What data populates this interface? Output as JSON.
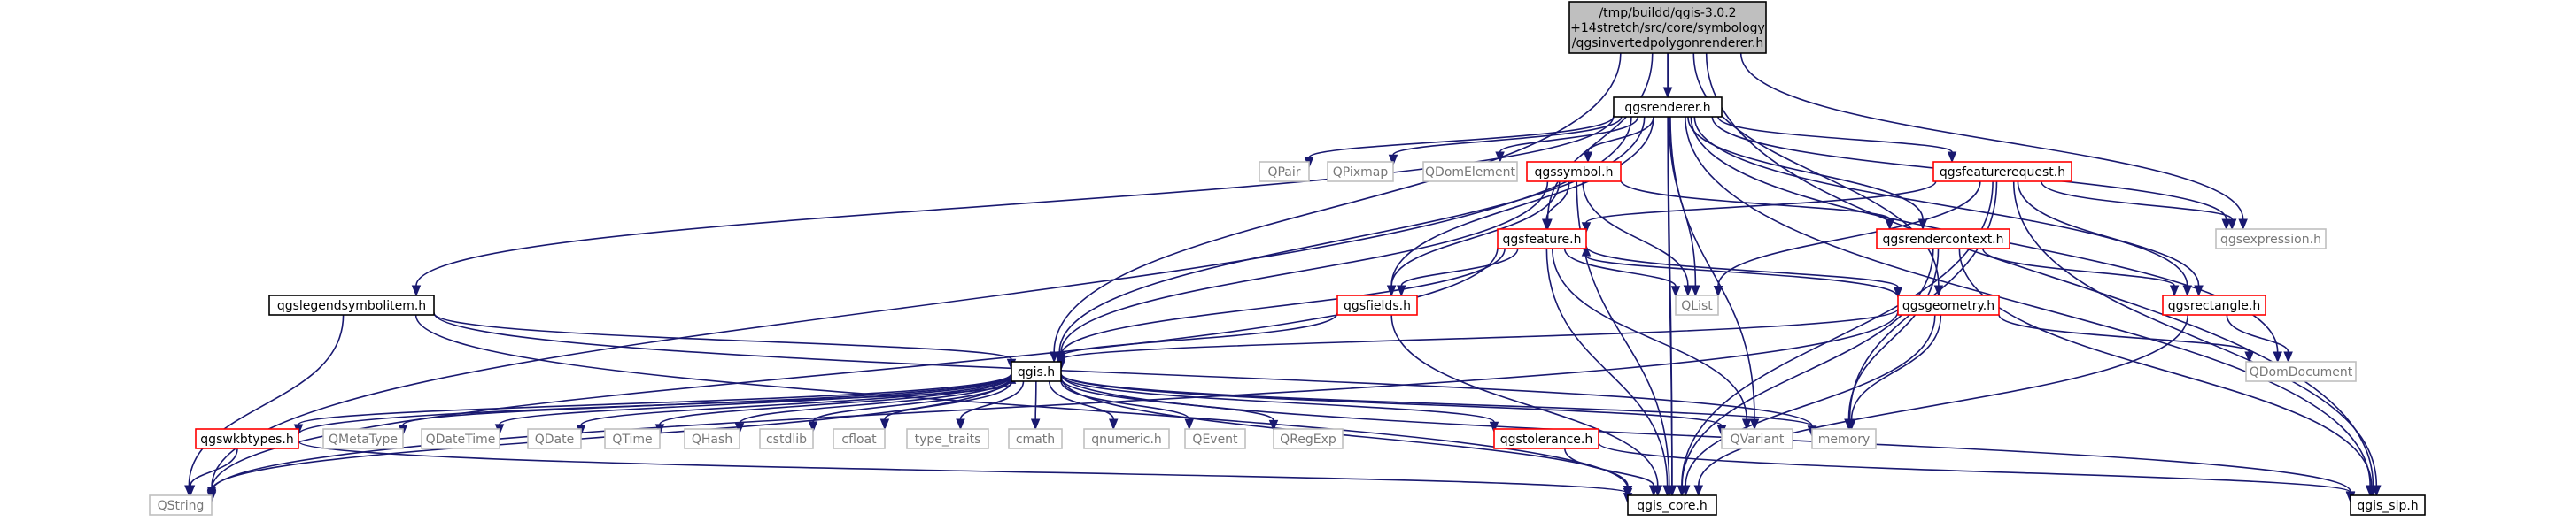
{
  "colors": {
    "edge": "#191970",
    "root_fill": "#bfbfbf",
    "border_black": "#000000",
    "border_red": "#ff0000",
    "border_gray": "#bfbfbf",
    "text_black": "#000000",
    "text_gray": "#777777"
  },
  "nodes": [
    {
      "id": "root",
      "lines": [
        "/tmp/buildd/qgis-3.0.2",
        "+14stretch/src/core/symbology",
        "/qgsinvertedpolygonrenderer.h"
      ],
      "style": "root"
    },
    {
      "id": "qgsrenderer",
      "lines": [
        "qgsrenderer.h"
      ],
      "style": "black"
    },
    {
      "id": "QPair",
      "lines": [
        "QPair"
      ],
      "style": "gray"
    },
    {
      "id": "QPixmap",
      "lines": [
        "QPixmap"
      ],
      "style": "gray"
    },
    {
      "id": "QDomElement",
      "lines": [
        "QDomElement"
      ],
      "style": "gray"
    },
    {
      "id": "qgssymbol",
      "lines": [
        "qgssymbol.h"
      ],
      "style": "red"
    },
    {
      "id": "qgsfeaturerequest",
      "lines": [
        "qgsfeaturerequest.h"
      ],
      "style": "red"
    },
    {
      "id": "qgsexpression",
      "lines": [
        "qgsexpression.h"
      ],
      "style": "gray"
    },
    {
      "id": "qgsfeature",
      "lines": [
        "qgsfeature.h"
      ],
      "style": "red"
    },
    {
      "id": "qgsrendercontext",
      "lines": [
        "qgsrendercontext.h"
      ],
      "style": "red"
    },
    {
      "id": "qgslegendsymbolitem",
      "lines": [
        "qgslegendsymbolitem.h"
      ],
      "style": "black"
    },
    {
      "id": "qgsfields",
      "lines": [
        "qgsfields.h"
      ],
      "style": "red"
    },
    {
      "id": "QList",
      "lines": [
        "QList"
      ],
      "style": "gray"
    },
    {
      "id": "qgsgeometry",
      "lines": [
        "qgsgeometry.h"
      ],
      "style": "red"
    },
    {
      "id": "qgsrectangle",
      "lines": [
        "qgsrectangle.h"
      ],
      "style": "red"
    },
    {
      "id": "QDomDocument",
      "lines": [
        "QDomDocument"
      ],
      "style": "gray"
    },
    {
      "id": "qgis",
      "lines": [
        "qgis.h"
      ],
      "style": "black"
    },
    {
      "id": "qgswkbtypes",
      "lines": [
        "qgswkbtypes.h"
      ],
      "style": "red"
    },
    {
      "id": "QMetaType",
      "lines": [
        "QMetaType"
      ],
      "style": "gray"
    },
    {
      "id": "QDateTime",
      "lines": [
        "QDateTime"
      ],
      "style": "gray"
    },
    {
      "id": "QDate",
      "lines": [
        "QDate"
      ],
      "style": "gray"
    },
    {
      "id": "QTime",
      "lines": [
        "QTime"
      ],
      "style": "gray"
    },
    {
      "id": "QHash",
      "lines": [
        "QHash"
      ],
      "style": "gray"
    },
    {
      "id": "cstdlib",
      "lines": [
        "cstdlib"
      ],
      "style": "gray"
    },
    {
      "id": "cfloat",
      "lines": [
        "cfloat"
      ],
      "style": "gray"
    },
    {
      "id": "type_traits",
      "lines": [
        "type_traits"
      ],
      "style": "gray"
    },
    {
      "id": "cmath",
      "lines": [
        "cmath"
      ],
      "style": "gray"
    },
    {
      "id": "qnumeric",
      "lines": [
        "qnumeric.h"
      ],
      "style": "gray"
    },
    {
      "id": "QEvent",
      "lines": [
        "QEvent"
      ],
      "style": "gray"
    },
    {
      "id": "QRegExp",
      "lines": [
        "QRegExp"
      ],
      "style": "gray"
    },
    {
      "id": "qgstolerance",
      "lines": [
        "qgstolerance.h"
      ],
      "style": "red"
    },
    {
      "id": "QVariant",
      "lines": [
        "QVariant"
      ],
      "style": "gray"
    },
    {
      "id": "memory",
      "lines": [
        "memory"
      ],
      "style": "gray"
    },
    {
      "id": "QString",
      "lines": [
        "QString"
      ],
      "style": "gray"
    },
    {
      "id": "qgis_core",
      "lines": [
        "qgis_core.h"
      ],
      "style": "black"
    },
    {
      "id": "qgis_sip",
      "lines": [
        "qgis_sip.h"
      ],
      "style": "black"
    }
  ],
  "edges": [
    [
      "root",
      "qgsrenderer"
    ],
    [
      "root",
      "qgsfeature"
    ],
    [
      "root",
      "qgis"
    ],
    [
      "root",
      "qgis_core"
    ],
    [
      "root",
      "qgis_sip"
    ],
    [
      "root",
      "qgsgeometry"
    ],
    [
      "root",
      "qgsexpression"
    ],
    [
      "qgsrenderer",
      "QPair"
    ],
    [
      "qgsrenderer",
      "QPixmap"
    ],
    [
      "qgsrenderer",
      "QDomElement"
    ],
    [
      "qgsrenderer",
      "qgssymbol"
    ],
    [
      "qgsrenderer",
      "qgsfeaturerequest"
    ],
    [
      "qgsrenderer",
      "qgslegendsymbolitem"
    ],
    [
      "qgsrenderer",
      "qgsrendercontext"
    ],
    [
      "qgsrenderer",
      "qgsfields"
    ],
    [
      "qgsrenderer",
      "QList"
    ],
    [
      "qgsrenderer",
      "QVariant"
    ],
    [
      "qgsrenderer",
      "QString"
    ],
    [
      "qgsrenderer",
      "qgis"
    ],
    [
      "qgsrenderer",
      "qgsexpression"
    ],
    [
      "qgsrenderer",
      "qgsrectangle"
    ],
    [
      "qgsrenderer",
      "QDomDocument"
    ],
    [
      "qgsrenderer",
      "qgis_core"
    ],
    [
      "qgsrenderer",
      "qgis_sip"
    ],
    [
      "qgssymbol",
      "qgsfeature"
    ],
    [
      "qgssymbol",
      "qgsfields"
    ],
    [
      "qgssymbol",
      "qgsrendercontext"
    ],
    [
      "qgssymbol",
      "QList"
    ],
    [
      "qgssymbol",
      "qgis"
    ],
    [
      "qgssymbol",
      "qgis_core"
    ],
    [
      "qgsfeaturerequest",
      "qgsfeature"
    ],
    [
      "qgsfeaturerequest",
      "qgsexpression"
    ],
    [
      "qgsfeaturerequest",
      "qgsrectangle"
    ],
    [
      "qgsfeaturerequest",
      "QList"
    ],
    [
      "qgsfeaturerequest",
      "memory"
    ],
    [
      "qgsfeaturerequest",
      "qgis_core"
    ],
    [
      "qgsfeaturerequest",
      "qgis_sip"
    ],
    [
      "qgsfeature",
      "qgsfields"
    ],
    [
      "qgsfeature",
      "qgsgeometry"
    ],
    [
      "qgsfeature",
      "QList"
    ],
    [
      "qgsfeature",
      "qgis"
    ],
    [
      "qgsfeature",
      "QVariant"
    ],
    [
      "qgsfeature",
      "QString"
    ],
    [
      "qgsfeature",
      "qgis_core"
    ],
    [
      "qgsrendercontext",
      "qgsrectangle"
    ],
    [
      "qgsrendercontext",
      "memory"
    ],
    [
      "qgsrendercontext",
      "qgis_core"
    ],
    [
      "qgsrendercontext",
      "qgis_sip"
    ],
    [
      "qgsgeometry",
      "qgsfeature"
    ],
    [
      "qgsgeometry",
      "qgis"
    ],
    [
      "qgsgeometry",
      "QDomDocument"
    ],
    [
      "qgsgeometry",
      "memory"
    ],
    [
      "qgsgeometry",
      "QString"
    ],
    [
      "qgsgeometry",
      "qgis_core"
    ],
    [
      "qgsfields",
      "qgis"
    ],
    [
      "qgsfields",
      "qgis_core"
    ],
    [
      "qgsrectangle",
      "QDomDocument"
    ],
    [
      "qgsrectangle",
      "qgis_core"
    ],
    [
      "qgslegendsymbolitem",
      "qgis"
    ],
    [
      "qgslegendsymbolitem",
      "QString"
    ],
    [
      "qgslegendsymbolitem",
      "qgis_core"
    ],
    [
      "qgslegendsymbolitem",
      "memory"
    ],
    [
      "qgis",
      "qgswkbtypes"
    ],
    [
      "qgis",
      "QMetaType"
    ],
    [
      "qgis",
      "QDateTime"
    ],
    [
      "qgis",
      "QDate"
    ],
    [
      "qgis",
      "QTime"
    ],
    [
      "qgis",
      "QHash"
    ],
    [
      "qgis",
      "cstdlib"
    ],
    [
      "qgis",
      "cfloat"
    ],
    [
      "qgis",
      "type_traits"
    ],
    [
      "qgis",
      "cmath"
    ],
    [
      "qgis",
      "qnumeric"
    ],
    [
      "qgis",
      "QEvent"
    ],
    [
      "qgis",
      "QRegExp"
    ],
    [
      "qgis",
      "qgstolerance"
    ],
    [
      "qgis",
      "QVariant"
    ],
    [
      "qgis",
      "memory"
    ],
    [
      "qgis",
      "QString"
    ],
    [
      "qgis",
      "qgis_core"
    ],
    [
      "qgis",
      "qgis_sip"
    ],
    [
      "qgswkbtypes",
      "qgis"
    ],
    [
      "qgswkbtypes",
      "QString"
    ],
    [
      "qgswkbtypes",
      "qgis_core"
    ],
    [
      "qgstolerance",
      "qgis_core"
    ],
    [
      "qgstolerance",
      "qgis_sip"
    ]
  ]
}
